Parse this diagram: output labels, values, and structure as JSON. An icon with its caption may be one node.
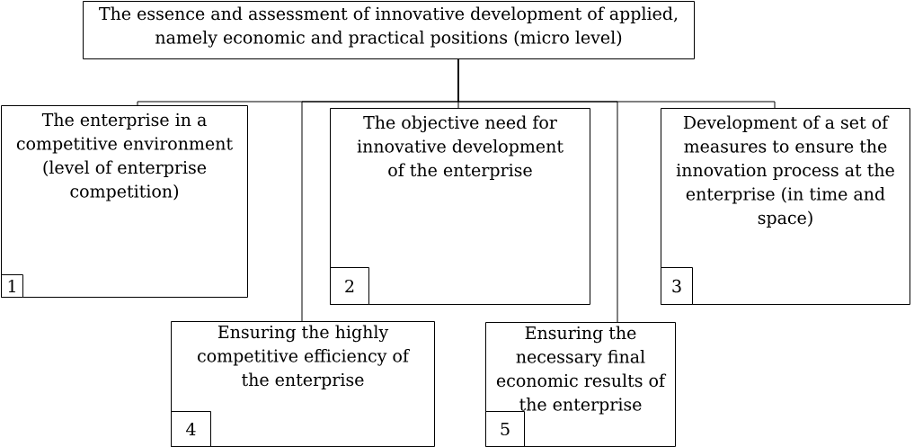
{
  "diagram": {
    "nodes": [
      {
        "text": [
          "The essence and assessment of innovative development of applied, namely economic and practical positions (micro level)"
        ]
      },
      {
        "text": [
          "The enterprise in a competitive environment (level of enterprise competition)"
        ]
      },
      {
        "text": [
          "1"
        ],
        "in": 1
      },
      {
        "text": [
          "The objective need for innovative development of the enterprise"
        ]
      },
      {
        "text": [
          "2"
        ],
        "in": 3
      },
      {
        "text": [
          "Development of a set of measures to ensure the innovation process at the enterprise (in time and space)"
        ]
      },
      {
        "text": [
          "3"
        ],
        "in": 5
      },
      {
        "text": [
          "Ensuring the highly competitive efficiency of the enterprise"
        ]
      },
      {
        "text": [
          "4"
        ],
        "in": 7
      },
      {
        "text": [
          "Ensuring the necessary final economic results of the enterprise"
        ]
      },
      {
        "text": [
          "5"
        ],
        "in": 9
      }
    ],
    "edges": [
      {
        "from": 0,
        "to": 1,
        "arrow": "none"
      },
      {
        "from": 0,
        "to": 7,
        "arrow": "none"
      },
      {
        "from": 0,
        "to": 3,
        "arrow": "none"
      },
      {
        "from": 0,
        "to": 9,
        "arrow": "none"
      },
      {
        "from": 0,
        "to": 5,
        "arrow": "none"
      }
    ]
  }
}
